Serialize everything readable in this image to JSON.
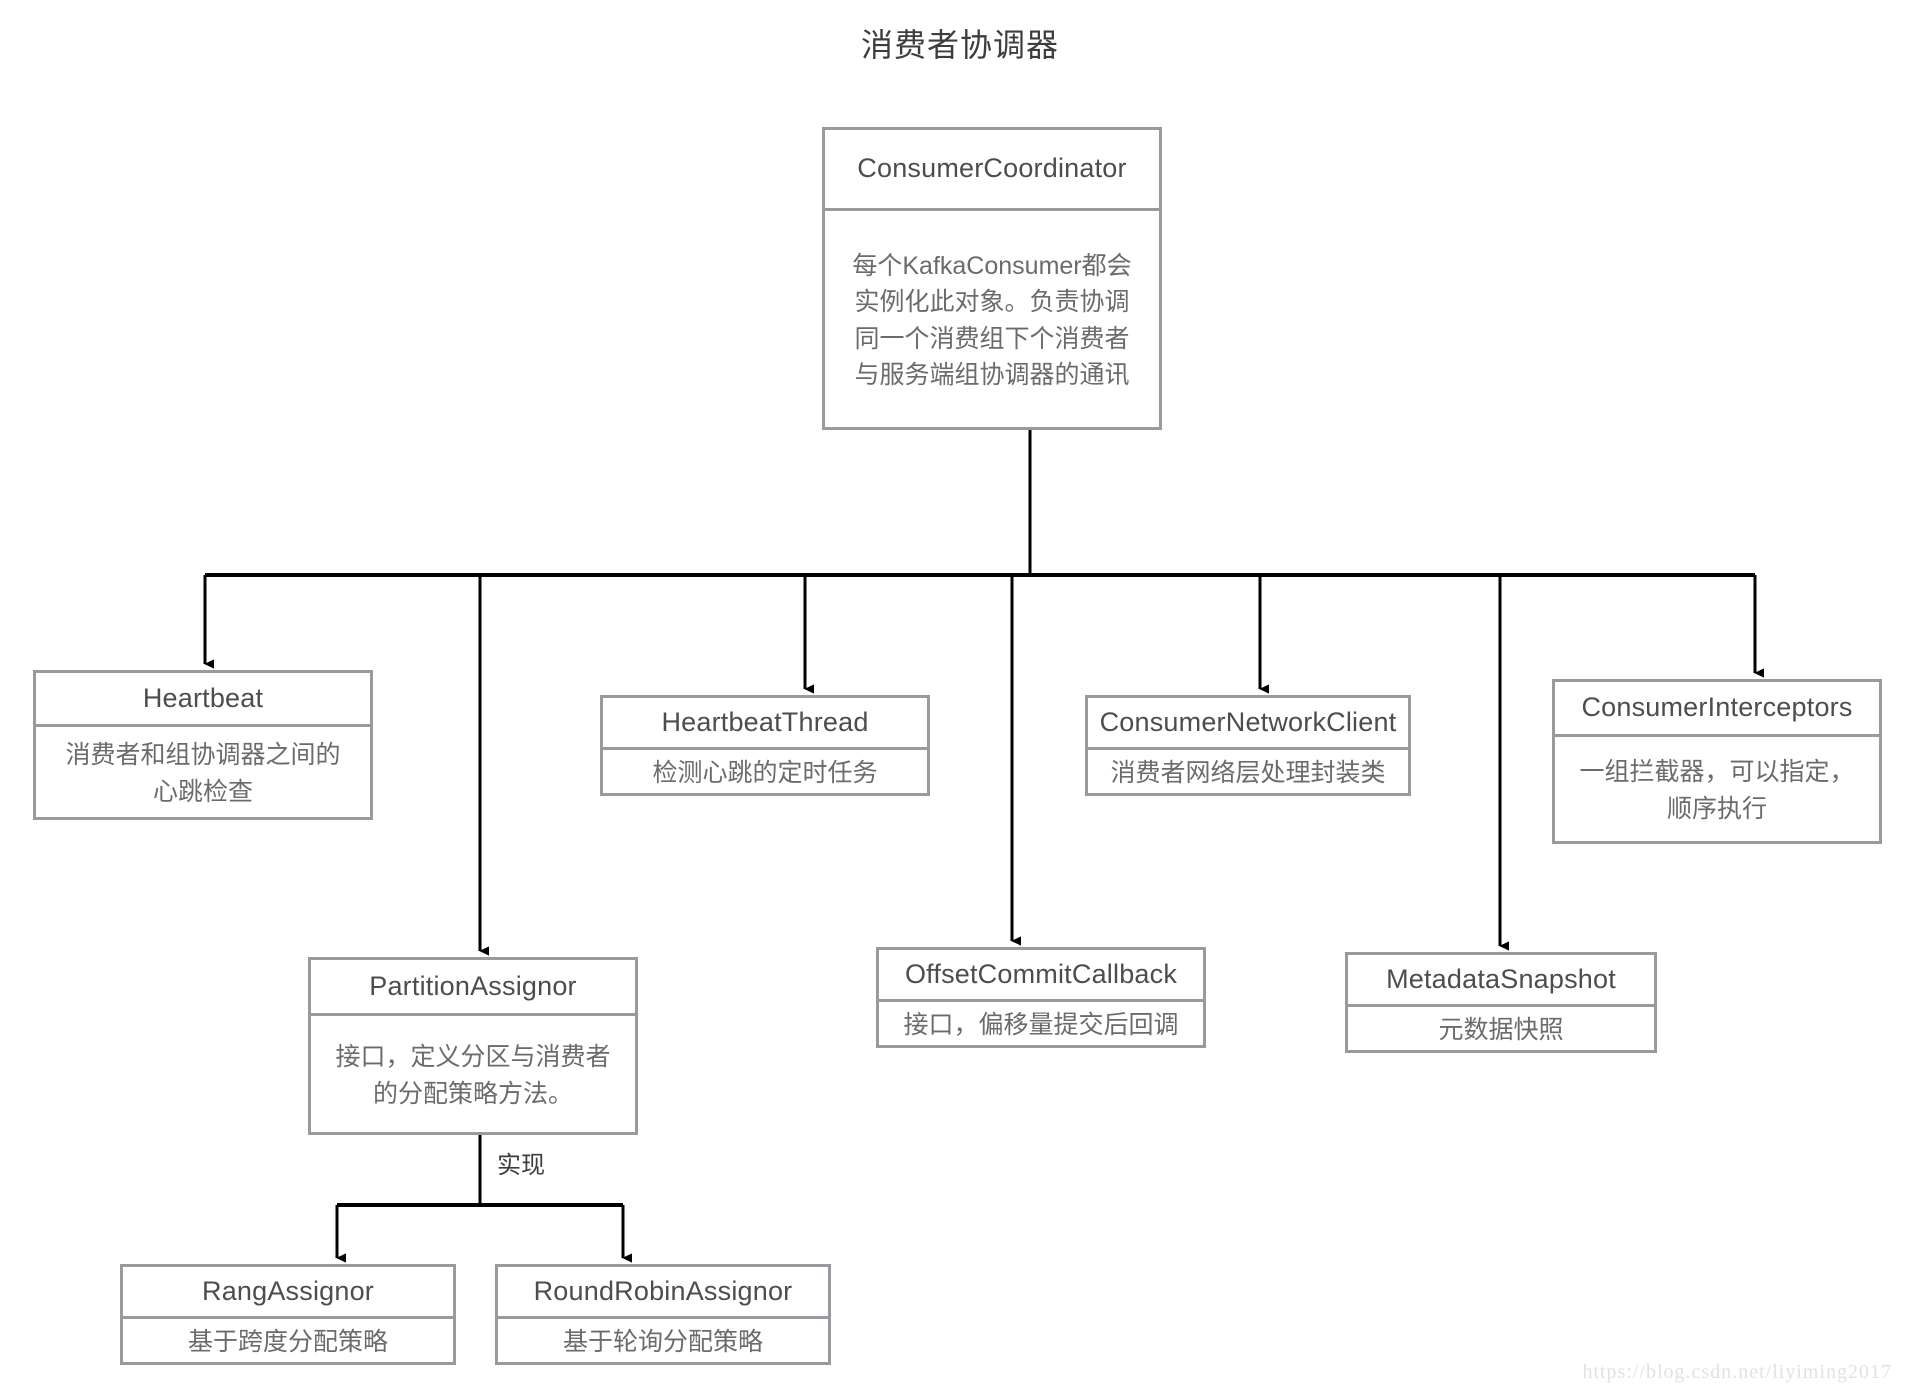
{
  "page": {
    "title": "消费者协调器",
    "watermark": "https://blog.csdn.net/liyiming2017",
    "background_color": "#ffffff",
    "box_border_color": "#9a9a9e",
    "connector_color": "#000000",
    "title_text_color": "#4d4d4d",
    "desc_text_color": "#6b6b6b"
  },
  "chart_data": {
    "type": "diagram",
    "diagram_kind": "class-hierarchy-tree",
    "title": "消费者协调器",
    "root": "ConsumerCoordinator",
    "nodes": [
      {
        "id": "ConsumerCoordinator",
        "title": "ConsumerCoordinator",
        "desc": "每个KafkaConsumer都会\n实例化此对象。负责协调\n同一个消费组下个消费者\n与服务端组协调器的通讯"
      },
      {
        "id": "Heartbeat",
        "title": "Heartbeat",
        "desc": "消费者和组协调器之间的\n心跳检查"
      },
      {
        "id": "PartitionAssignor",
        "title": "PartitionAssignor",
        "desc": "接口，定义分区与消费者\n的分配策略方法。"
      },
      {
        "id": "HeartbeatThread",
        "title": "HeartbeatThread",
        "desc": "检测心跳的定时任务"
      },
      {
        "id": "OffsetCommitCallback",
        "title": "OffsetCommitCallback",
        "desc": "接口，偏移量提交后回调"
      },
      {
        "id": "ConsumerNetworkClient",
        "title": "ConsumerNetworkClient",
        "desc": "消费者网络层处理封装类"
      },
      {
        "id": "MetadataSnapshot",
        "title": "MetadataSnapshot",
        "desc": "元数据快照"
      },
      {
        "id": "ConsumerInterceptors",
        "title": "ConsumerInterceptors",
        "desc": "一组拦截器，可以指定，\n顺序执行"
      },
      {
        "id": "RangAssignor",
        "title": "RangAssignor",
        "desc": "基于跨度分配策略"
      },
      {
        "id": "RoundRobinAssignor",
        "title": "RoundRobinAssignor",
        "desc": "基于轮询分配策略"
      }
    ],
    "edges": [
      {
        "from": "ConsumerCoordinator",
        "to": "Heartbeat",
        "label": ""
      },
      {
        "from": "ConsumerCoordinator",
        "to": "PartitionAssignor",
        "label": ""
      },
      {
        "from": "ConsumerCoordinator",
        "to": "HeartbeatThread",
        "label": ""
      },
      {
        "from": "ConsumerCoordinator",
        "to": "OffsetCommitCallback",
        "label": ""
      },
      {
        "from": "ConsumerCoordinator",
        "to": "ConsumerNetworkClient",
        "label": ""
      },
      {
        "from": "ConsumerCoordinator",
        "to": "MetadataSnapshot",
        "label": ""
      },
      {
        "from": "ConsumerCoordinator",
        "to": "ConsumerInterceptors",
        "label": ""
      },
      {
        "from": "PartitionAssignor",
        "to": "RangAssignor",
        "label": "实现"
      },
      {
        "from": "PartitionAssignor",
        "to": "RoundRobinAssignor",
        "label": "实现"
      }
    ],
    "edge_labels": {
      "implements": "实现"
    }
  }
}
